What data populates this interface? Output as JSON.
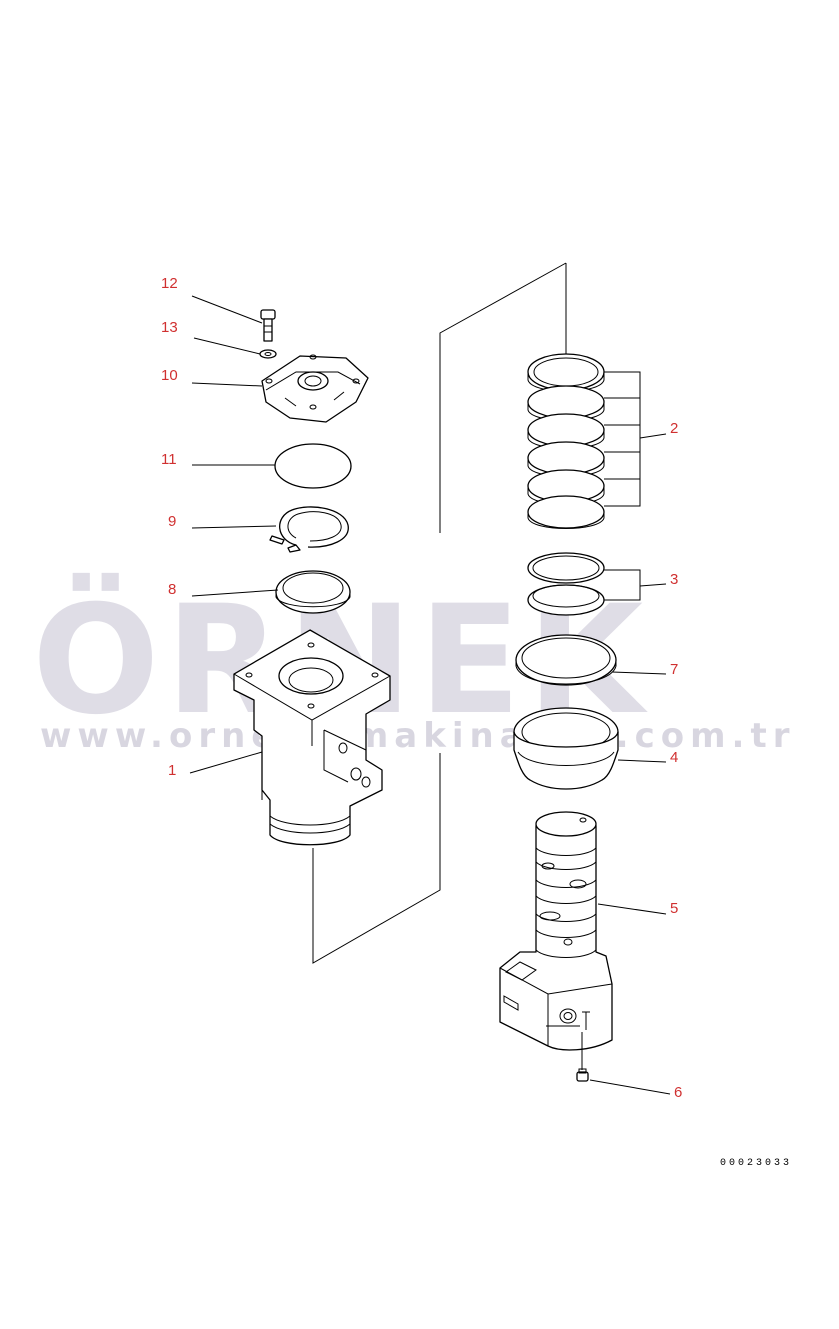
{
  "watermark": {
    "brand": "ÖRNEK",
    "url": "www.ornekismakinalari.com.tr",
    "accent_color": "#f2d46e",
    "text_color": "#b9b6c8"
  },
  "drawing_number": "00023033",
  "callouts": [
    {
      "id": "12",
      "label": "12"
    },
    {
      "id": "13",
      "label": "13"
    },
    {
      "id": "10",
      "label": "10"
    },
    {
      "id": "11",
      "label": "11"
    },
    {
      "id": "9",
      "label": "9"
    },
    {
      "id": "8",
      "label": "8"
    },
    {
      "id": "1",
      "label": "1"
    },
    {
      "id": "2",
      "label": "2"
    },
    {
      "id": "3",
      "label": "3"
    },
    {
      "id": "7",
      "label": "7"
    },
    {
      "id": "4",
      "label": "4"
    },
    {
      "id": "5",
      "label": "5"
    },
    {
      "id": "6",
      "label": "6"
    }
  ],
  "callout_color": "#d03030"
}
